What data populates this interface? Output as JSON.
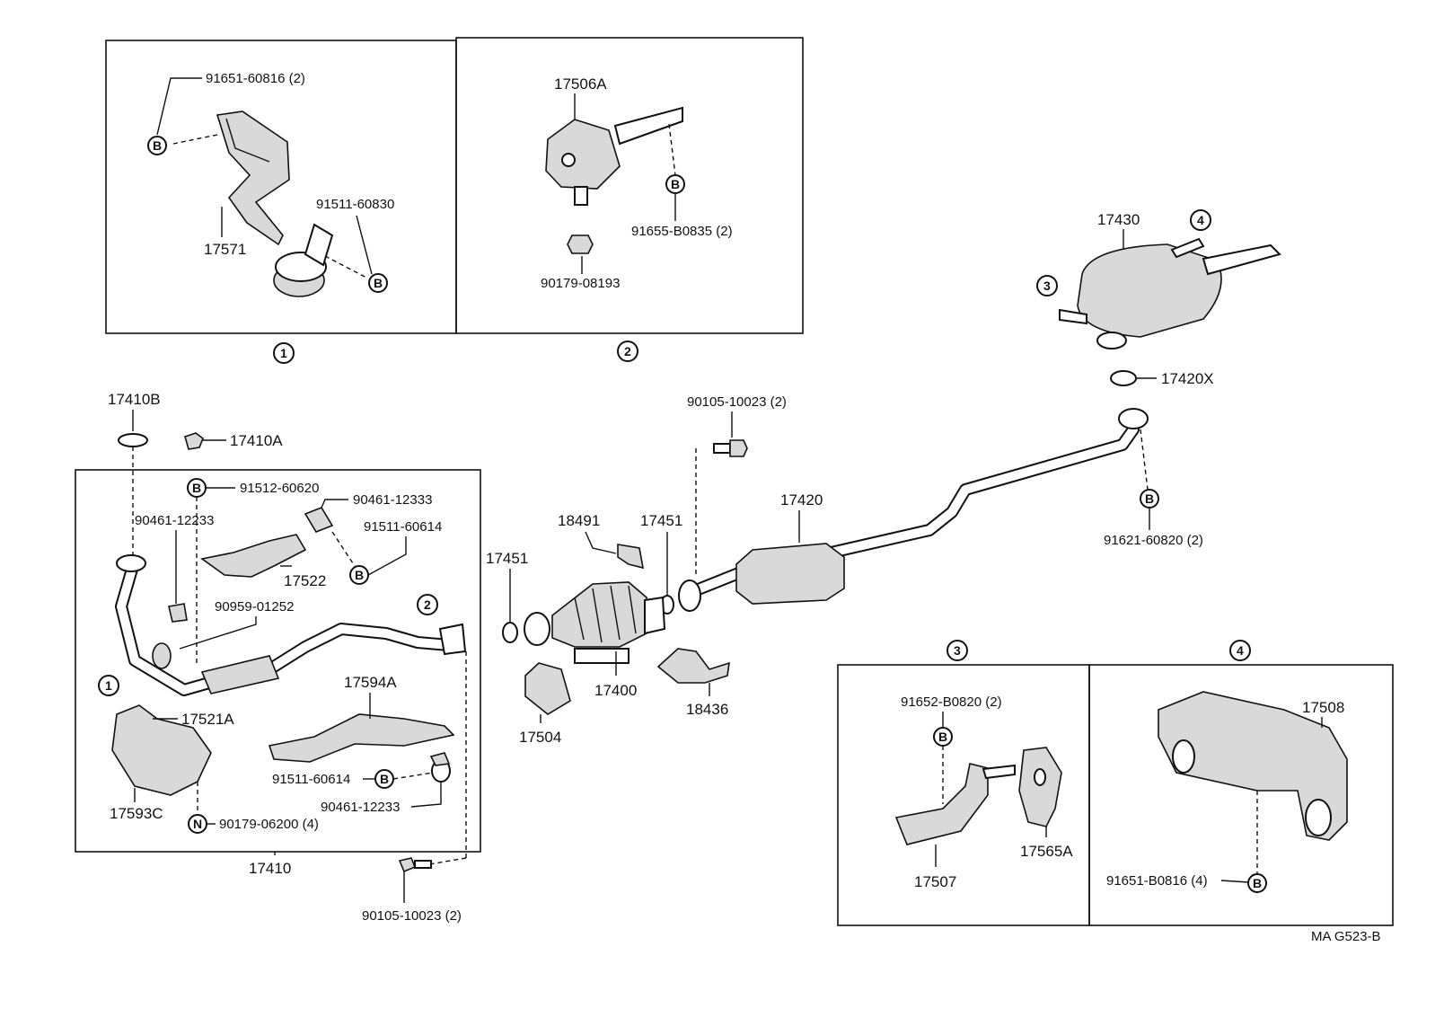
{
  "diagram": {
    "labels": {
      "p91651_60816": "91651-60816 (2)",
      "p91511_60830": "91511-60830",
      "p17571": "17571",
      "p17506A": "17506A",
      "p91655_B0835": "91655-B0835 (2)",
      "p90179_08193": "90179-08193",
      "p17430": "17430",
      "p17420X": "17420X",
      "p90105_10023_top": "90105-10023 (2)",
      "p17410B": "17410B",
      "p17410A": "17410A",
      "p91512_60620": "91512-60620",
      "p90461_12333": "90461-12333",
      "p90461_12233_top": "90461-12233",
      "p91511_60614_top": "91511-60614",
      "p17522": "17522",
      "p90959_01252": "90959-01252",
      "p17521A": "17521A",
      "p17594A": "17594A",
      "p91511_60614_low": "91511-60614",
      "p90461_12233_low": "90461-12233",
      "p17593C": "17593C",
      "p90179_06200": "90179-06200 (4)",
      "p17410": "17410",
      "p90105_10023_low": "90105-10023 (2)",
      "p18491": "18491",
      "p17451_a": "17451",
      "p17451_b": "17451",
      "p17420": "17420",
      "p91621_60820": "91621-60820 (2)",
      "p17400": "17400",
      "p17504": "17504",
      "p18436": "18436",
      "p91652_B0820": "91652-B0820 (2)",
      "p17507": "17507",
      "p17565A": "17565A",
      "p17508": "17508",
      "p91651_B0816": "91651-B0816 (4)",
      "code": "MA G523-B"
    },
    "markers": {
      "b": "B",
      "n": "N",
      "one": "1",
      "two": "2",
      "three": "3",
      "four": "4"
    }
  }
}
